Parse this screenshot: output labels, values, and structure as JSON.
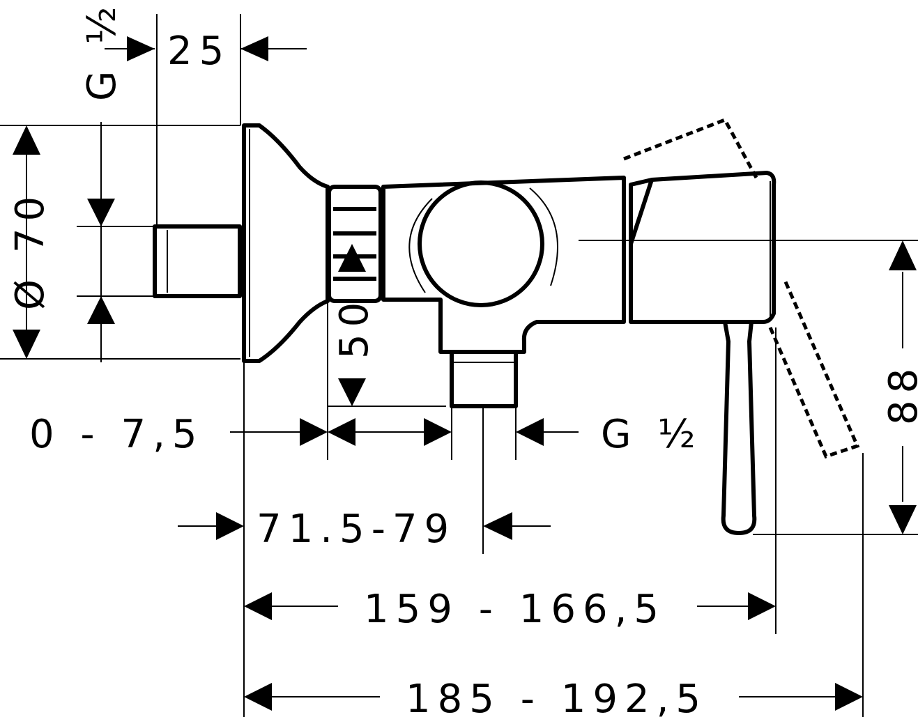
{
  "drawing": {
    "dimensions": {
      "thread_top": "G ½",
      "depth": "25",
      "diameter": "Ø 70",
      "height_50": "50",
      "offset": "0 - 7,5",
      "thread_outlet": "G ½",
      "center_outlet": "71.5-79",
      "height_88": "88",
      "length_body": "159 - 166,5",
      "length_total": "185 - 192,5"
    },
    "colors": {
      "line": "#000000",
      "background": "#ffffff"
    }
  }
}
